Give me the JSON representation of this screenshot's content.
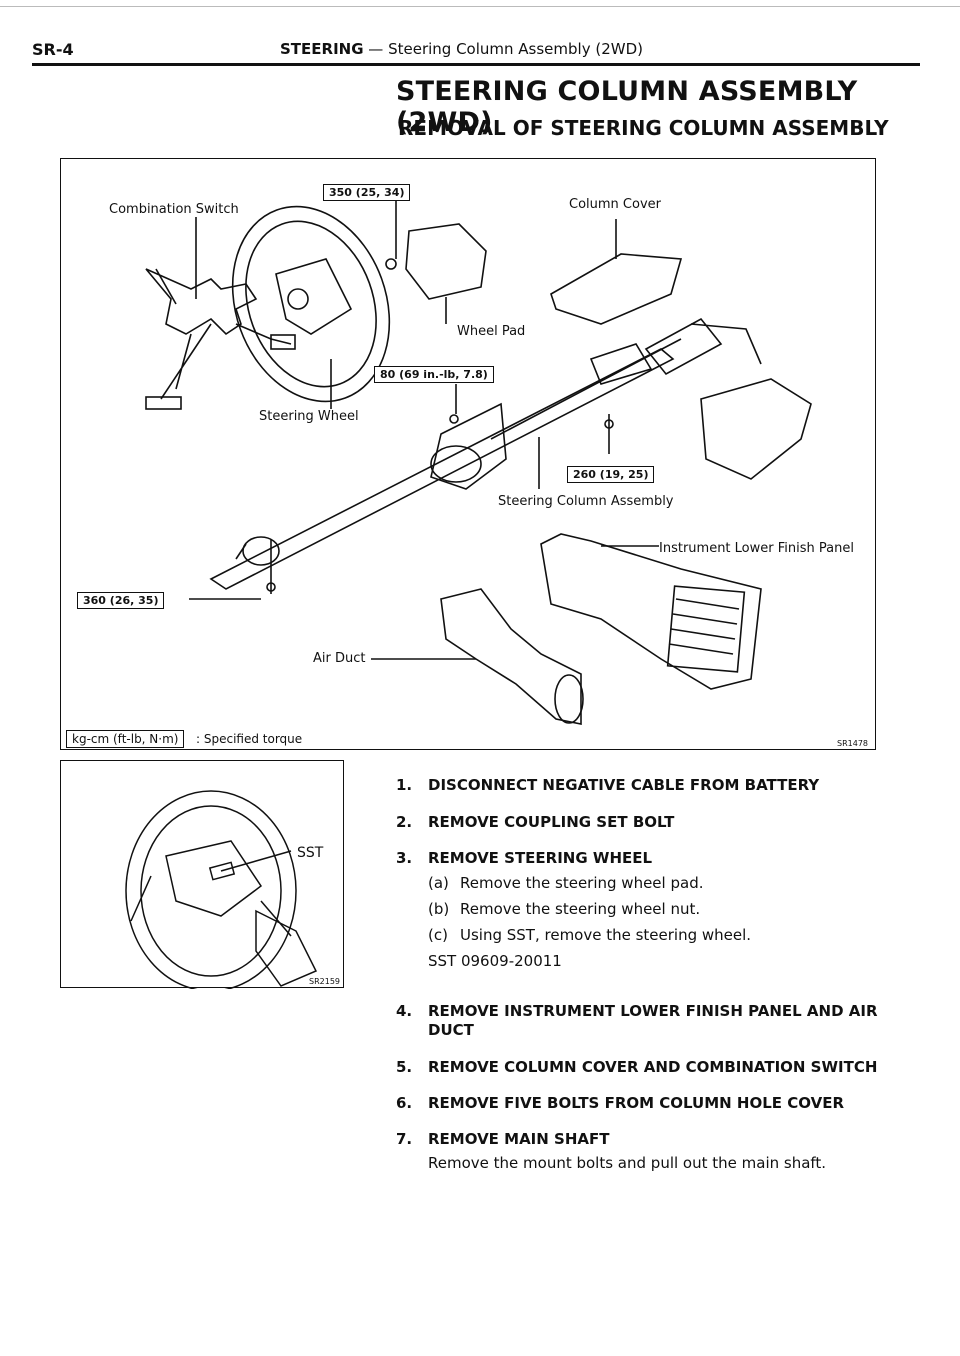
{
  "header": {
    "page_code": "SR-4",
    "section": "STEERING",
    "dash": " — ",
    "section_sub": "Steering Column Assembly (2WD)"
  },
  "title": "STEERING COLUMN ASSEMBLY (2WD)",
  "subtitle": "REMOVAL OF STEERING COLUMN ASSEMBLY",
  "figure1": {
    "labels": {
      "combination_switch": "Combination Switch",
      "column_cover": "Column Cover",
      "wheel_pad": "Wheel Pad",
      "steering_wheel": "Steering Wheel",
      "steering_column_assembly": "Steering Column Assembly",
      "instrument_lower_finish_panel": "Instrument Lower Finish Panel",
      "air_duct": "Air Duct"
    },
    "torques": {
      "t1": "350 (25, 34)",
      "t2": "80 (69 in.-lb, 7.8)",
      "t3": "260 (19, 25)",
      "t4": "360 (26, 35)"
    },
    "legend_unit": "kg-cm (ft-lb, N·m)",
    "legend_text": ": Specified torque",
    "code": "SR1478"
  },
  "figure2": {
    "sst_label": "SST",
    "code": "SR2159"
  },
  "steps": [
    {
      "num": "1.",
      "title": "DISCONNECT NEGATIVE CABLE FROM BATTERY"
    },
    {
      "num": "2.",
      "title": "REMOVE COUPLING SET BOLT"
    },
    {
      "num": "3.",
      "title": "REMOVE STEERING WHEEL",
      "subs": [
        {
          "tag": "(a)",
          "text": "Remove the steering wheel pad."
        },
        {
          "tag": "(b)",
          "text": "Remove the steering wheel nut."
        },
        {
          "tag": "(c)",
          "text": "Using SST, remove the steering wheel."
        }
      ],
      "sst": "SST 09609-20011"
    },
    {
      "num": "4.",
      "title": "REMOVE INSTRUMENT LOWER FINISH PANEL AND AIR DUCT"
    },
    {
      "num": "5.",
      "title": "REMOVE COLUMN COVER AND COMBINATION SWITCH"
    },
    {
      "num": "6.",
      "title": "REMOVE FIVE BOLTS FROM COLUMN HOLE COVER"
    },
    {
      "num": "7.",
      "title": "REMOVE MAIN SHAFT",
      "desc": "Remove the mount bolts and pull out the main shaft."
    }
  ]
}
